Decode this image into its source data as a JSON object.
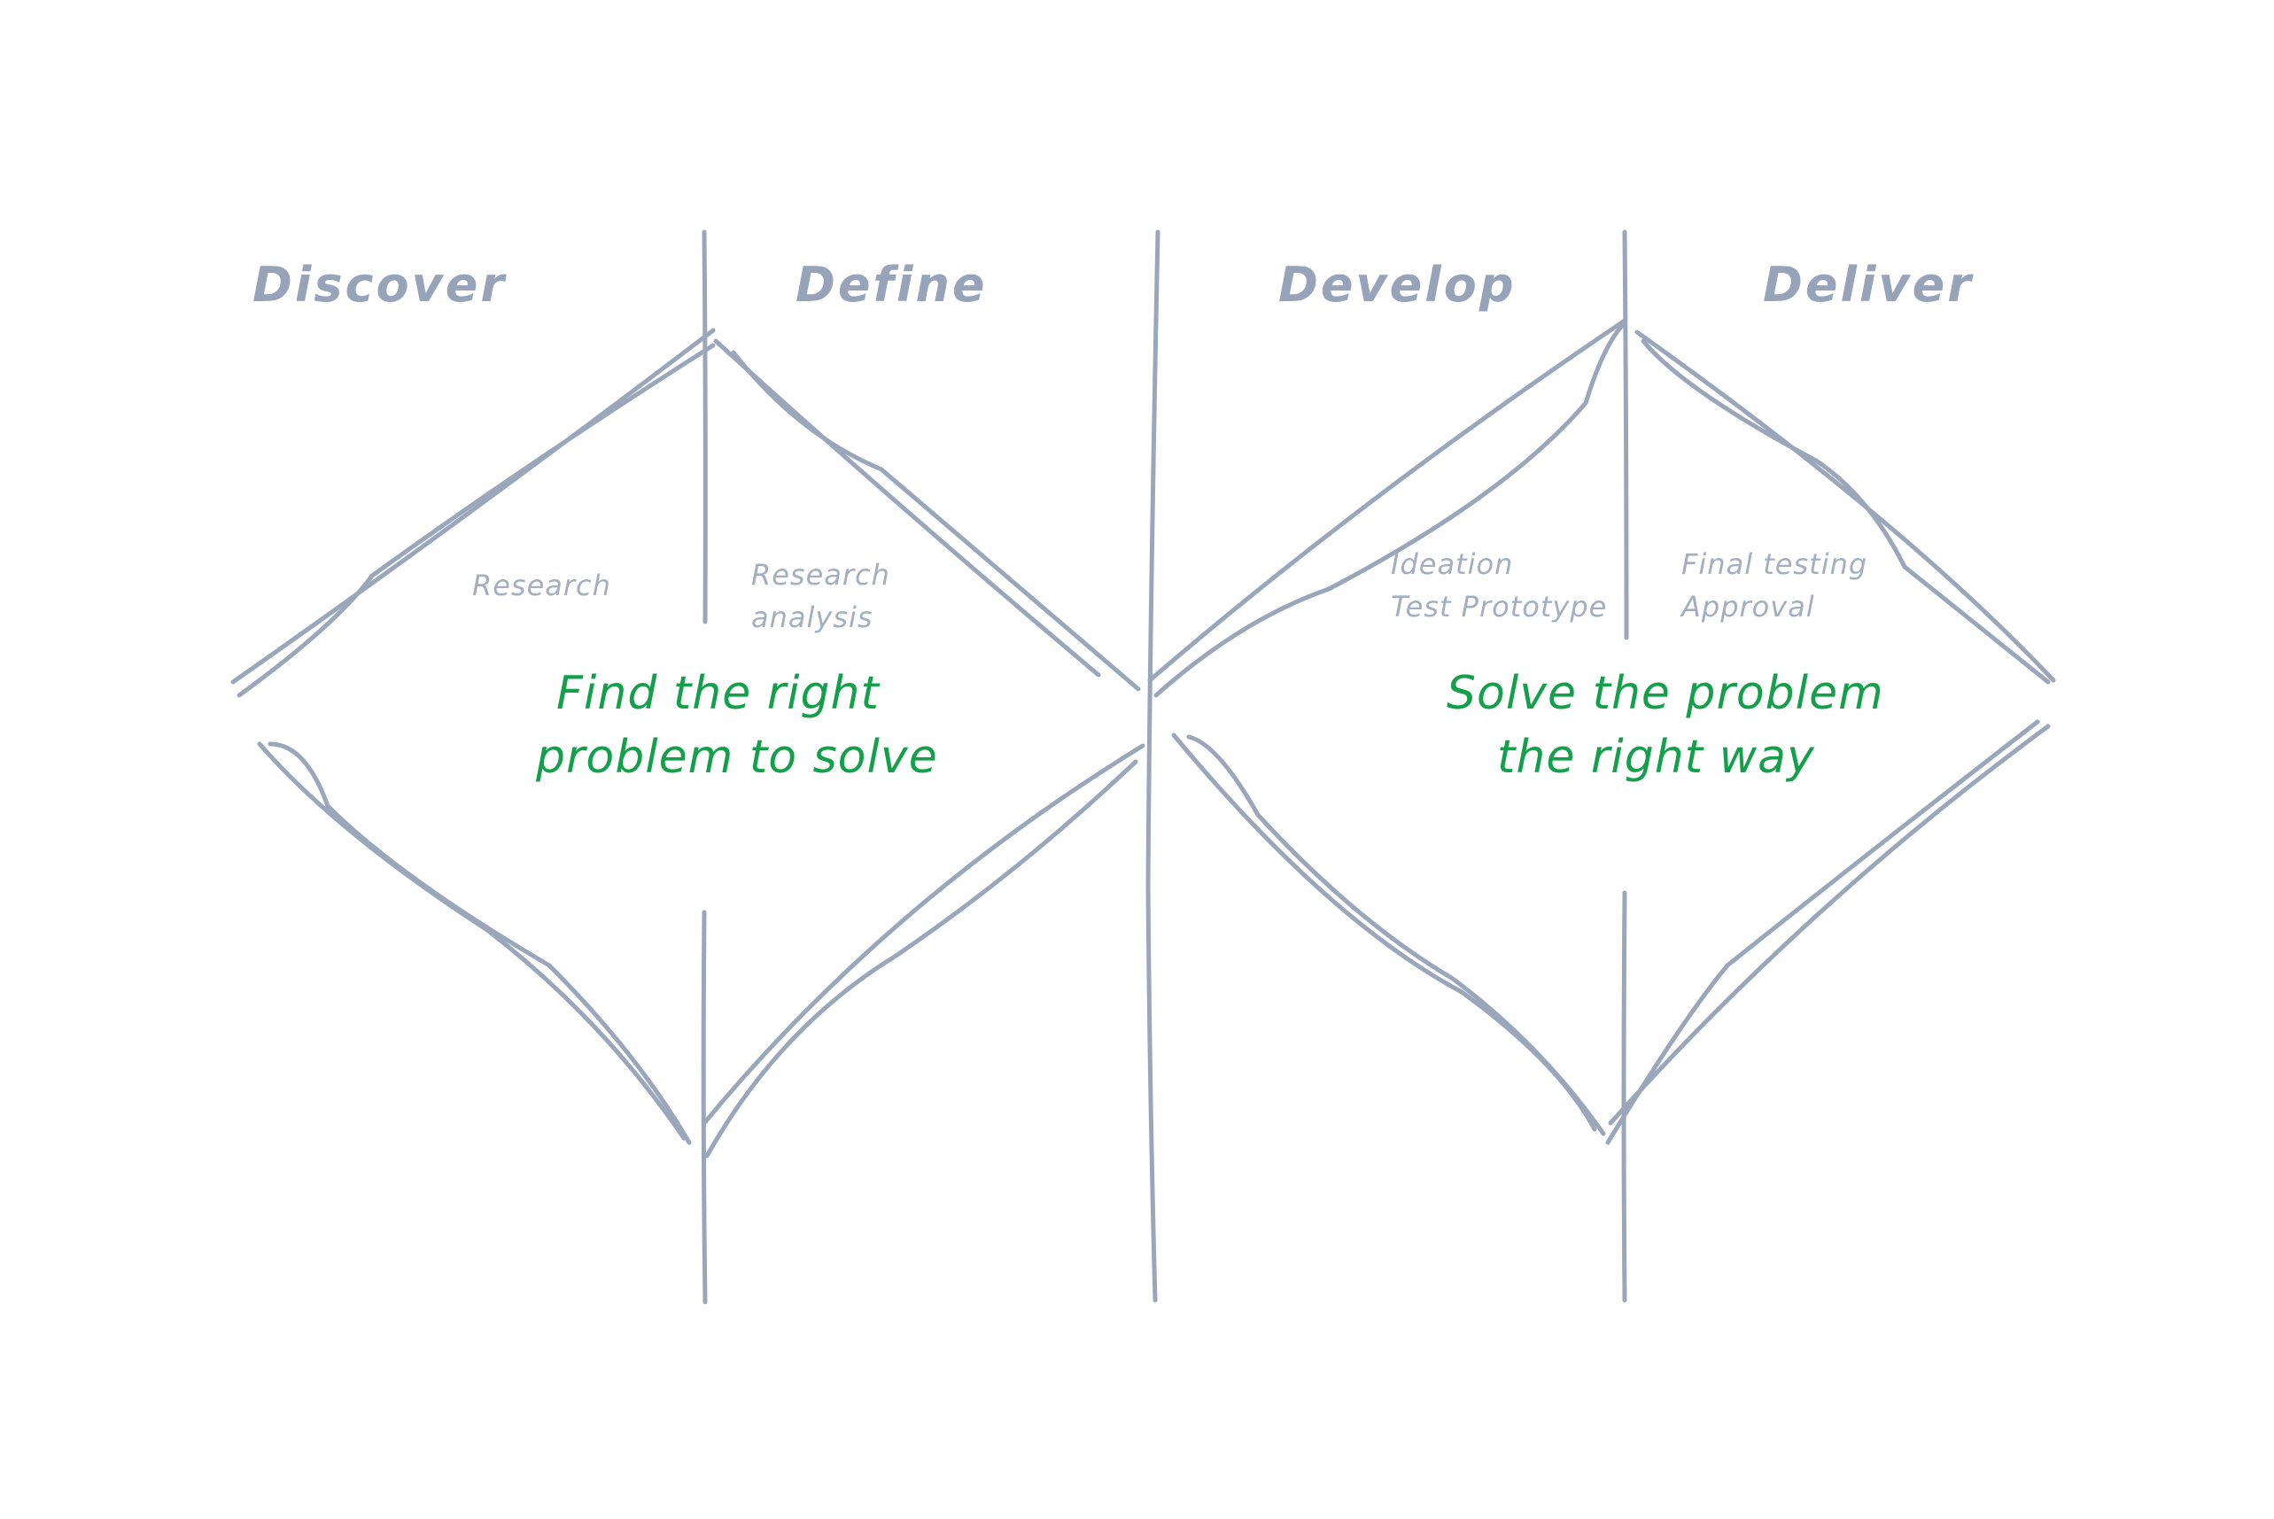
{
  "phases": [
    "Discover",
    "Define",
    "Develop",
    "Deliver"
  ],
  "diamond_left": {
    "activity_left": "Research",
    "activity_right_line1": "Research",
    "activity_right_line2": "analysis",
    "goal_line1": "Find the right",
    "goal_line2": "problem to solve"
  },
  "diamond_right": {
    "activity_left_line1": "Ideation",
    "activity_left_line2": "Test Prototype",
    "activity_right_line1": "Final testing",
    "activity_right_line2": "Approval",
    "goal_line1": "Solve the problem",
    "goal_line2": "the right way"
  },
  "colors": {
    "line": "#9aa6ba",
    "label": "#97a3b9",
    "goal": "#14a04b",
    "background": "#ffffff"
  }
}
